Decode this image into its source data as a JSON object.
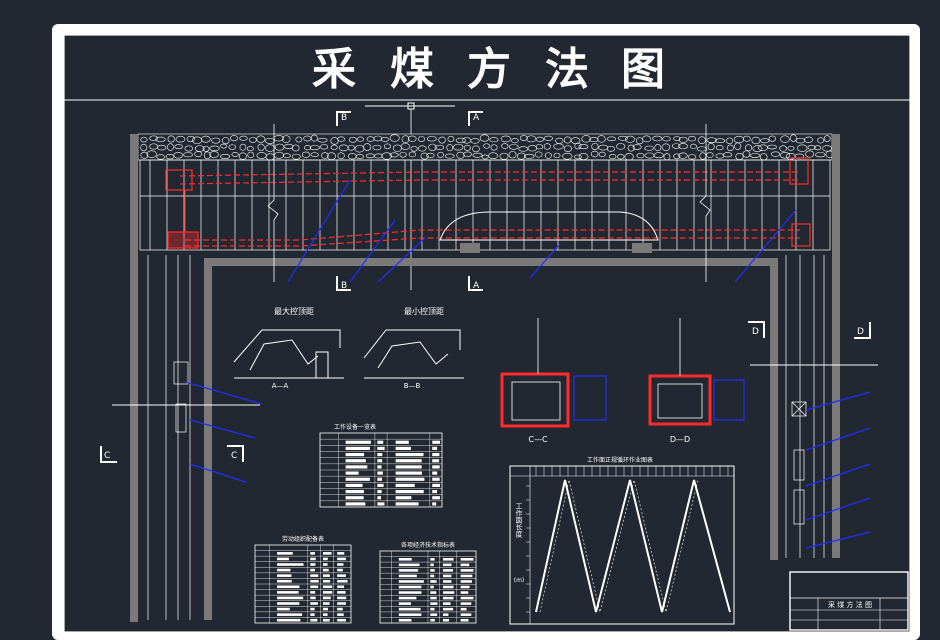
{
  "title": {
    "chars": [
      "采",
      "煤",
      "方",
      "法",
      "图"
    ]
  },
  "section_labels": [
    "B",
    "A",
    "B",
    "A",
    "C",
    "C",
    "D",
    "D"
  ],
  "subfigures": {
    "max_span": "最大控顶距",
    "min_span": "最小控顶距",
    "aa": "A—A",
    "bb": "B—B",
    "cc": "C—C",
    "dd": "D—D"
  },
  "tables": {
    "equipment": "工作设备一览表",
    "machinery": "劳动组织配备表",
    "economics": "各项经济技术指标表",
    "cycle": "工作面正规循环作业图表",
    "cycle_axis_label": "工作面长度",
    "cycle_axis_unit": "(m)"
  },
  "title_block": {
    "name": "采 煤 方 法 图"
  },
  "colors": {
    "background": "#222831",
    "linework": "#ffffff",
    "equipment": "#ff2a2a",
    "leader": "#1f2fff",
    "concrete": "#7a7a7a"
  }
}
